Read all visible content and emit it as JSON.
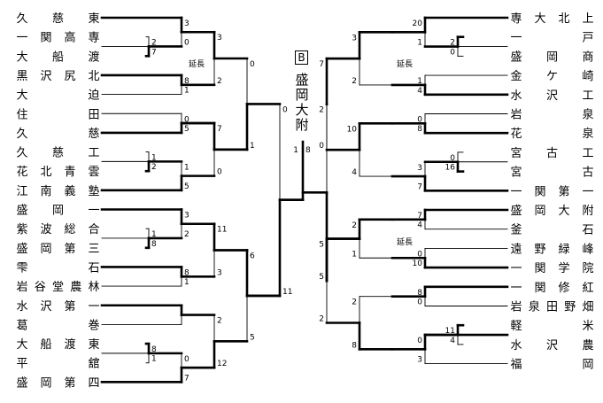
{
  "title_badge": "B",
  "champion": {
    "name": "盛岡大附",
    "score_left": "1",
    "score_right": "8"
  },
  "left_teams": [
    {
      "chars": [
        "久",
        "慈",
        "東"
      ]
    },
    {
      "chars": [
        "一",
        "関",
        "高",
        "専"
      ]
    },
    {
      "chars": [
        "大",
        "船",
        "渡"
      ]
    },
    {
      "chars": [
        "黒",
        "沢",
        "尻",
        "北"
      ]
    },
    {
      "chars": [
        "大",
        "迫"
      ]
    },
    {
      "chars": [
        "住",
        "田"
      ]
    },
    {
      "chars": [
        "久",
        "慈"
      ]
    },
    {
      "chars": [
        "久",
        "慈",
        "工"
      ]
    },
    {
      "chars": [
        "花",
        "北",
        "青",
        "雲"
      ]
    },
    {
      "chars": [
        "江",
        "南",
        "義",
        "塾"
      ]
    },
    {
      "chars": [
        "盛",
        "岡",
        "一"
      ]
    },
    {
      "chars": [
        "紫",
        "波",
        "総",
        "合"
      ]
    },
    {
      "chars": [
        "盛",
        "岡",
        "第",
        "三"
      ]
    },
    {
      "chars": [
        "雫",
        "石"
      ]
    },
    {
      "chars": [
        "岩",
        "谷",
        "堂",
        "農",
        "林"
      ]
    },
    {
      "chars": [
        "水",
        "沢",
        "第",
        "一"
      ]
    },
    {
      "chars": [
        "葛",
        "巻"
      ]
    },
    {
      "chars": [
        "大",
        "船",
        "渡",
        "東"
      ]
    },
    {
      "chars": [
        "平",
        "舘"
      ]
    },
    {
      "chars": [
        "盛",
        "岡",
        "第",
        "四"
      ]
    }
  ],
  "right_teams": [
    {
      "chars": [
        "専",
        "大",
        "北",
        "上"
      ]
    },
    {
      "chars": [
        "一",
        "戸"
      ]
    },
    {
      "chars": [
        "盛",
        "岡",
        "商"
      ]
    },
    {
      "chars": [
        "金",
        "ケ",
        "崎"
      ]
    },
    {
      "chars": [
        "水",
        "沢",
        "工"
      ]
    },
    {
      "chars": [
        "岩",
        "泉"
      ]
    },
    {
      "chars": [
        "花",
        "泉"
      ]
    },
    {
      "chars": [
        "宮",
        "古",
        "工"
      ]
    },
    {
      "chars": [
        "宮",
        "古"
      ]
    },
    {
      "chars": [
        "一",
        "関",
        "第",
        "一"
      ]
    },
    {
      "chars": [
        "盛",
        "岡",
        "大",
        "附"
      ]
    },
    {
      "chars": [
        "釜",
        "石"
      ]
    },
    {
      "chars": [
        "遠",
        "野",
        "緑",
        "峰"
      ]
    },
    {
      "chars": [
        "一",
        "関",
        "学",
        "院"
      ]
    },
    {
      "chars": [
        "一",
        "関",
        "修",
        "紅"
      ]
    },
    {
      "chars": [
        "岩",
        "泉",
        "田",
        "野",
        "畑"
      ]
    },
    {
      "chars": [
        "軽",
        "米"
      ]
    },
    {
      "chars": [
        "水",
        "沢",
        "農"
      ]
    },
    {
      "chars": [
        "福",
        "岡"
      ]
    }
  ],
  "extension_label": "延長",
  "left_scores": {
    "r1": [
      [
        "2",
        "7"
      ],
      [
        "1",
        "2"
      ],
      [
        "1",
        "8"
      ],
      [
        "8",
        "1"
      ],
      [
        "8",
        "1"
      ]
    ],
    "r2": [
      [
        "3",
        "0"
      ],
      [
        "8",
        "1"
      ],
      [
        "0",
        "5"
      ],
      [
        "1",
        "5"
      ],
      [
        "3",
        "2"
      ],
      [
        "8",
        "1"
      ],
      [
        "0",
        "7"
      ]
    ],
    "r3": [
      [
        "3",
        "2"
      ],
      [
        "7",
        "0"
      ],
      [
        "11",
        "3"
      ],
      [
        "2",
        "12"
      ]
    ],
    "r4": [
      [
        "0",
        "1"
      ],
      [
        "6",
        "5"
      ]
    ],
    "r5": [
      "0",
      "11"
    ]
  },
  "right_scores": {
    "r1": [
      [
        "2",
        "0"
      ],
      [
        "0",
        "16"
      ],
      [
        "11",
        "4"
      ]
    ],
    "r2": [
      [
        "20",
        "1"
      ],
      [
        "1",
        "4"
      ],
      [
        "0",
        "8"
      ],
      [
        "3",
        "7"
      ],
      [
        "7",
        "4"
      ],
      [
        "0",
        "10"
      ],
      [
        "8",
        "0"
      ],
      [
        "0",
        "3"
      ]
    ],
    "r3": [
      [
        "3",
        "2"
      ],
      [
        "10",
        "4"
      ],
      [
        "2",
        "1"
      ],
      [
        "2",
        "8"
      ]
    ],
    "r4": [
      [
        "7",
        "0"
      ],
      [
        "5",
        "2"
      ]
    ],
    "r5": [
      "2",
      "5"
    ]
  }
}
